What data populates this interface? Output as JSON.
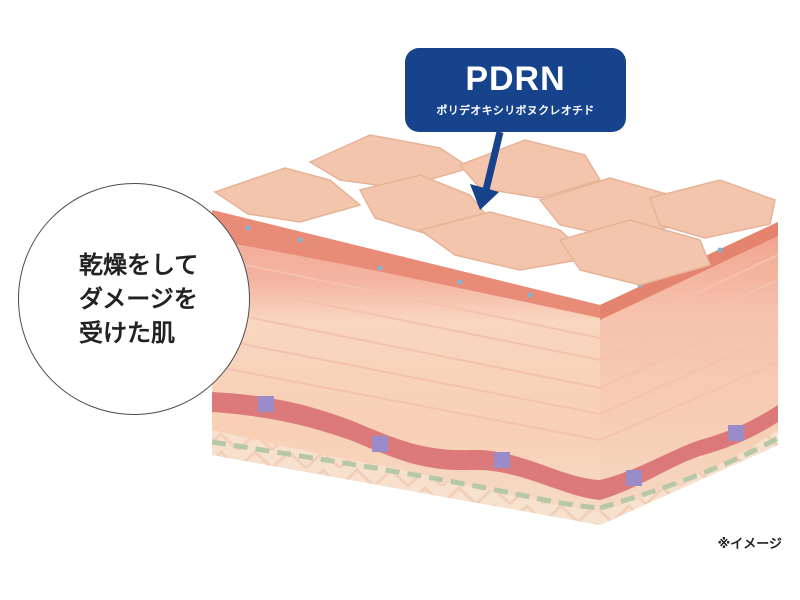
{
  "callout": {
    "lines": [
      "乾燥をして",
      "ダメージを",
      "受けた肌"
    ]
  },
  "pdrn": {
    "title": "PDRN",
    "subtitle": "ポリデオキシリボヌクレオチド"
  },
  "note": "※イメージ",
  "colors": {
    "pdrn_box": "#17428c",
    "epidermis_top": "#e88c78",
    "skin_flakes": "#f2c5ac",
    "basal_purple": "#9a8cc8",
    "dermis": "#f7e1cf"
  },
  "icons": {
    "arrow": "arrow-down-icon"
  }
}
